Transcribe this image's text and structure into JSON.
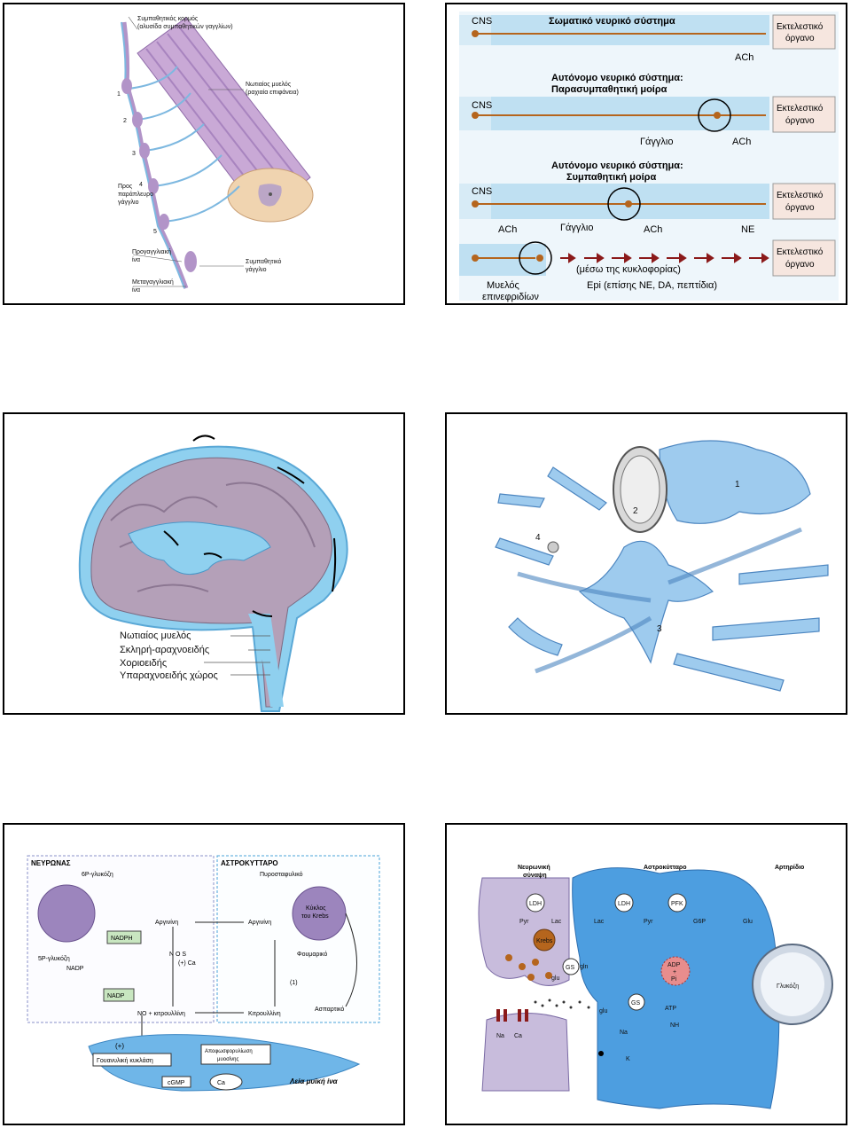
{
  "slide1": {
    "labels": {
      "sympathetic_trunk": "Συμπαθητικός κορμός",
      "sympathetic_trunk_sub": "(αλυσίδα συμπαθητικών γαγγλίων)",
      "spinal_cord": "Νωτιαίος μυελός",
      "spinal_cord_sub": "(ραχιαία επιφάνεια)",
      "to_paravertebral": "Προς",
      "to_paravertebral_2": "παράπλευρο",
      "to_paravertebral_3": "γάγγλιο",
      "preganglionic": "Προγαγγλιακή",
      "preganglionic_2": "ίνα",
      "postganglionic": "Μεταγαγγλιακή",
      "postganglionic_2": "ίνα",
      "sympathetic_ganglion": "Συμπαθητικό",
      "sympathetic_ganglion_2": "γάγγλιο",
      "n1": "1",
      "n2": "2",
      "n3": "3",
      "n4": "4",
      "n5": "5"
    }
  },
  "slide2": {
    "somatic_title": "Σωματικό νευρικό σύστημα",
    "para_title_1": "Αυτόνομο νευρικό σύστημα:",
    "para_title_2": "Παρασυμπαθητική μοίρα",
    "symp_title_1": "Αυτόνομο νευρικό σύστημα:",
    "symp_title_2": "Συμπαθητική μοίρα",
    "cns": "CNS",
    "effector_1": "Εκτελεστικό",
    "effector_2": "όργανο",
    "ach": "ACh",
    "ganglion": "Γάγγλιο",
    "ne": "NE",
    "circulation": "(μέσω της κυκλοφορίας)",
    "epi": "Epi (επίσης NE, DA, πεπτίδια)",
    "adrenal_1": "Μυελός",
    "adrenal_2": "επινεφριδίων",
    "colors": {
      "band": "#bfe0f2",
      "line": "#b5651d",
      "arrow": "#8b1a1a",
      "effector_bg": "#f6e6df"
    }
  },
  "slide3": {
    "labels": {
      "spinal_cord": "Νωτιαίος μυελός",
      "dura_arachnoid": "Σκληρή-αραχνοειδής",
      "pia": "Χοριοειδής",
      "subarachnoid": "Υπαραχνοειδής χώρος"
    }
  },
  "slide4": {
    "labels": {
      "n1": "1",
      "n2": "2",
      "n3": "3",
      "n4": "4"
    }
  },
  "slide5": {
    "neuron_title": "ΝΕΥΡΩΝΑΣ",
    "astro_title": "ΑΣΤΡΟΚΥΤΤΑΡΟ",
    "g6p": "6P-γλυκόζη",
    "g5p": "5P-γλυκόζη",
    "nadp_plus_1": "NADP",
    "nadph": "NADPH",
    "nadp_plus_2": "NADP",
    "arginine_1": "Αργινίνη",
    "arginine_2": "Αργινίνη",
    "nos": "N\nO\nS",
    "ca": "(+) Ca",
    "no_citrulline": "NO + κιτρουλλίνη",
    "citrulline": "Κιτρουλλίνη",
    "pyruvate": "Πυροσταφυλικό",
    "krebs_1": "Κύκλος",
    "krebs_2": "του Krebs",
    "fumarate": "Φουμαρικό",
    "aspartate": "Ασπαρτικό",
    "one": "(1)",
    "plus": "(+)",
    "guanylyl": "Γουανυλική κυκλάση",
    "cgmp": "cGMP",
    "ca2": "Ca",
    "dephos_1": "Αποφωσφορυλίωση",
    "dephos_2": "μυοσίνης",
    "smooth": "Λεία μυϊκή ίνα"
  },
  "slide6": {
    "synapse_1": "Νευρωνική",
    "synapse_2": "σύναψη",
    "astro": "Αστροκύτταρο",
    "arteriole": "Αρτηρίδιο",
    "ldh_1": "LDH",
    "ldh_2": "LDH",
    "pfk": "PFK",
    "pyr_1": "Pyr",
    "lac_1": "Lac",
    "lac_2": "Lac",
    "pyr_2": "Pyr",
    "g6p": "G6P",
    "glu_1": "Glu",
    "krebs": "Krebs",
    "gs_1": "GS",
    "glu_2": "glu",
    "gln": "gln",
    "adp": "ADP",
    "plus": "+",
    "pi": "Pi",
    "gs_2": "GS",
    "atp": "ATP",
    "glu_minus": "glu",
    "na_1": "Na",
    "ca": "Ca",
    "na_2": "Na",
    "k": "K",
    "nh4": "NH",
    "glucose": "Γλυκόζη"
  }
}
